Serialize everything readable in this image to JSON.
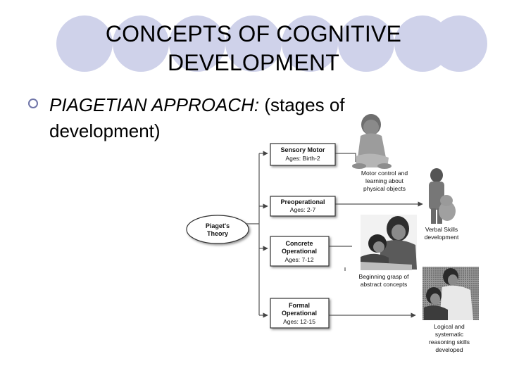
{
  "slide": {
    "title": "CONCEPTS OF COGNITIVE DEVELOPMENT",
    "bullet_emph": "PIAGETIAN APPROACH:",
    "bullet_rest": " (stages of",
    "bullet_line2": "development)"
  },
  "diagram": {
    "root": {
      "line1": "Piaget's",
      "line2": "Theory"
    },
    "stages": [
      {
        "name1": "Sensory Motor",
        "name2": "",
        "ages": "Ages: Birth-2"
      },
      {
        "name1": "Preoperational",
        "name2": "",
        "ages": "Ages: 2-7"
      },
      {
        "name1": "Concrete",
        "name2": "Operational",
        "ages": "Ages: 7-12"
      },
      {
        "name1": "Formal",
        "name2": "Operational",
        "ages": "Ages: 12-15"
      }
    ],
    "captions": [
      {
        "l1": "Motor control and",
        "l2": "learning about",
        "l3": "physical objects",
        "l4": ""
      },
      {
        "l1": "Verbal Skills",
        "l2": "development",
        "l3": "",
        "l4": ""
      },
      {
        "l1": "Beginning grasp of",
        "l2": "abstract concepts",
        "l3": "",
        "l4": ""
      },
      {
        "l1": "Logical and",
        "l2": "systematic",
        "l3": "reasoning skills",
        "l4": "developed"
      }
    ],
    "photos": [
      "baby-photo",
      "toddler-with-teddy-photo",
      "mother-reading-with-child-photo",
      "adult-helping-student-photo"
    ]
  },
  "colors": {
    "circle": "#cfd2ea",
    "bullet": "#6f75a8"
  }
}
